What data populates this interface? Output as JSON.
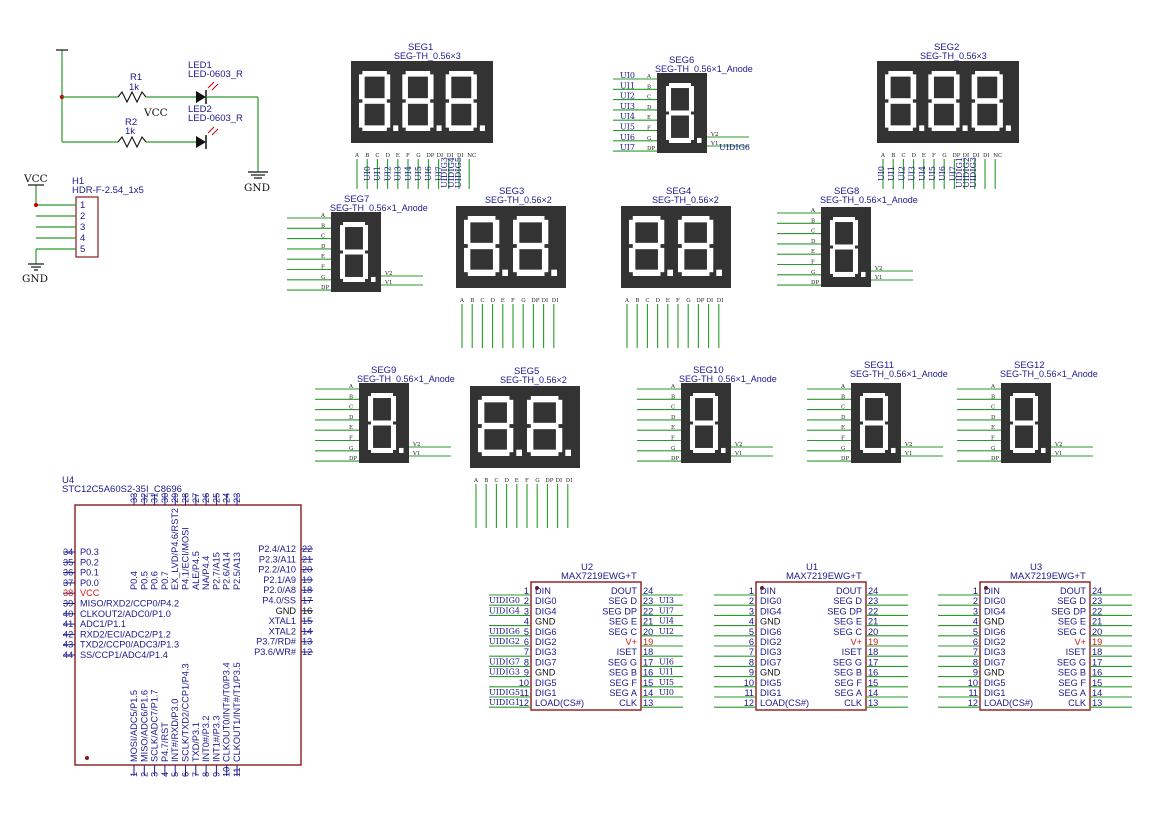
{
  "colors": {
    "wire": "#2a9a2a",
    "text": "#1a1a8c",
    "body": "#8b1a1a",
    "display": "#333333",
    "segment": "#ffffff",
    "power": "#d41a1a"
  },
  "icons": [
    "resistor-icon",
    "led-icon",
    "ground-icon",
    "vcc-icon",
    "seven-segment-icon"
  ],
  "power": {
    "vcc": "VCC",
    "gnd": "GND"
  },
  "resistors": [
    {
      "ref": "R1",
      "value": "1k"
    },
    {
      "ref": "R2",
      "value": "1k"
    }
  ],
  "leds": [
    {
      "ref": "LED1",
      "value": "LED-0603_R"
    },
    {
      "ref": "LED2",
      "value": "LED-0603_R"
    }
  ],
  "header": {
    "ref": "H1",
    "value": "HDR-F-2.54_1x5",
    "pins": [
      "1",
      "2",
      "3",
      "4",
      "5"
    ]
  },
  "displays": {
    "seg1": {
      "ref": "SEG1",
      "value": "SEG-TH_0.56×3"
    },
    "seg2": {
      "ref": "SEG2",
      "value": "SEG-TH_0.56×3"
    },
    "seg3": {
      "ref": "SEG3",
      "value": "SEG-TH_0.56×2"
    },
    "seg4": {
      "ref": "SEG4",
      "value": "SEG-TH_0.56×2"
    },
    "seg5": {
      "ref": "SEG5",
      "value": "SEG-TH_0.56×2"
    },
    "seg6": {
      "ref": "SEG6",
      "value": "SEG-TH_0.56×1_Anode"
    },
    "seg7": {
      "ref": "SEG7",
      "value": "SEG-TH_0.56×1_Anode"
    },
    "seg8": {
      "ref": "SEG8",
      "value": "SEG-TH_0.56×1_Anode"
    },
    "seg9": {
      "ref": "SEG9",
      "value": "SEG-TH_0.56×1_Anode"
    },
    "seg10": {
      "ref": "SEG10",
      "value": "SEG-TH_0.56×1_Anode"
    },
    "seg11": {
      "ref": "SEG11",
      "value": "SEG-TH_0.56×1_Anode"
    },
    "seg12": {
      "ref": "SEG12",
      "value": "SEG-TH_0.56×1_Anode"
    }
  },
  "seg_pins": {
    "single": [
      "A",
      "B",
      "C",
      "D",
      "E",
      "F",
      "G",
      "DP"
    ],
    "single_right": [
      "V2",
      "V1"
    ],
    "triple": [
      "A",
      "B",
      "C",
      "D",
      "E",
      "F",
      "G",
      "DP",
      "DI",
      "DI",
      "DI",
      "NC"
    ],
    "double": [
      "A",
      "B",
      "C",
      "D",
      "E",
      "F",
      "G",
      "DP",
      "DI",
      "DI"
    ]
  },
  "net_labels": {
    "ui": [
      "UI0",
      "UI1",
      "UI2",
      "UI3",
      "UI4",
      "UI5",
      "UI6",
      "UI7"
    ],
    "seg1_digits": [
      "UIDIG3",
      "UIDIG4",
      "UIDIG5"
    ],
    "seg2_digits": [
      "UIDIG1",
      "UIDIG2",
      "UIDIG3"
    ],
    "seg6_digit": "UIDIG6"
  },
  "mcu": {
    "ref": "U4",
    "value": "STC12C5A60S2-35I_C8696",
    "top_pins": [
      {
        "num": "33",
        "name": "P0.4"
      },
      {
        "num": "32",
        "name": "P0.5"
      },
      {
        "num": "31",
        "name": "P0.6"
      },
      {
        "num": "30",
        "name": "P0.7"
      },
      {
        "num": "29",
        "name": "EX_LVD/P4.6/RST2"
      },
      {
        "num": "28",
        "name": "P4.1/ECI/MOSI"
      },
      {
        "num": "27",
        "name": "ALE/P4.5"
      },
      {
        "num": "26",
        "name": "NA/P4.4"
      },
      {
        "num": "25",
        "name": "P2.7/A15"
      },
      {
        "num": "24",
        "name": "P2.6/A14"
      },
      {
        "num": "23",
        "name": "P2.5/A13"
      }
    ],
    "left_pins": [
      {
        "num": "34",
        "name": "P0.3"
      },
      {
        "num": "35",
        "name": "P0.2"
      },
      {
        "num": "36",
        "name": "P0.1"
      },
      {
        "num": "37",
        "name": "P0.0"
      },
      {
        "num": "38",
        "name": "VCC"
      },
      {
        "num": "39",
        "name": "MISO/RXD2/CCP0/P4.2"
      },
      {
        "num": "40",
        "name": "CLKOUT2/ADC0/P1.0"
      },
      {
        "num": "41",
        "name": "ADC1/P1.1"
      },
      {
        "num": "42",
        "name": "RXD2/ECI/ADC2/P1.2"
      },
      {
        "num": "43",
        "name": "TXD2/CCP0/ADC3/P1.3"
      },
      {
        "num": "44",
        "name": "SS/CCP1/ADC4/P1.4"
      }
    ],
    "right_pins": [
      {
        "num": "22",
        "name": "P2.4/A12"
      },
      {
        "num": "21",
        "name": "P2.3/A11"
      },
      {
        "num": "20",
        "name": "P2.2/A10"
      },
      {
        "num": "19",
        "name": "P2.1/A9"
      },
      {
        "num": "18",
        "name": "P2.0/A8"
      },
      {
        "num": "17",
        "name": "P4.0/SS"
      },
      {
        "num": "16",
        "name": "GND"
      },
      {
        "num": "15",
        "name": "XTAL1"
      },
      {
        "num": "14",
        "name": "XTAL2"
      },
      {
        "num": "13",
        "name": "P3.7/RD#"
      },
      {
        "num": "12",
        "name": "P3.6/WR#"
      }
    ],
    "bottom_pins": [
      {
        "num": "1",
        "name": "MOSI/ADC5/P1.5"
      },
      {
        "num": "2",
        "name": "MISO/ADC6/P1.6"
      },
      {
        "num": "3",
        "name": "SCLK/ADC7/P1.7"
      },
      {
        "num": "4",
        "name": "P4.7/RST"
      },
      {
        "num": "5",
        "name": "INT#/RXD/P3.0"
      },
      {
        "num": "6",
        "name": "SCLK/TXD2/CCP1/P4.3"
      },
      {
        "num": "7",
        "name": "TXD/P3.1"
      },
      {
        "num": "8",
        "name": "INT0#/P3.2"
      },
      {
        "num": "9",
        "name": "INT1#/P3.3"
      },
      {
        "num": "10",
        "name": "CLKOUT0/INT#/T0/P3.4"
      },
      {
        "num": "11",
        "name": "CLKOUT1/INT#/T1/P3.5"
      }
    ]
  },
  "drivers": [
    {
      "ref": "U2",
      "value": "MAX7219EWG+T",
      "left_nets": [
        "",
        "UIDIG0",
        "UIDIG4",
        "",
        "UIDIG6",
        "UIDIG2",
        "",
        "UIDIG7",
        "UIDIG3",
        "",
        "UIDIG5",
        "UIDIG1",
        ""
      ],
      "right_nets": [
        "",
        "UI3",
        "UI7",
        "UI4",
        "UI2",
        "",
        "",
        "UI6",
        "UI1",
        "UI5",
        "UI0",
        ""
      ]
    },
    {
      "ref": "U1",
      "value": "MAX7219EWG+T",
      "left_nets": [],
      "right_nets": []
    },
    {
      "ref": "U3",
      "value": "MAX7219EWG+T",
      "left_nets": [],
      "right_nets": []
    }
  ],
  "driver_pins": {
    "left": [
      {
        "num": "1",
        "name": "DIN"
      },
      {
        "num": "2",
        "name": "DIG0"
      },
      {
        "num": "3",
        "name": "DIG4"
      },
      {
        "num": "4",
        "name": "GND"
      },
      {
        "num": "5",
        "name": "DIG6"
      },
      {
        "num": "6",
        "name": "DIG2"
      },
      {
        "num": "7",
        "name": "DIG3"
      },
      {
        "num": "8",
        "name": "DIG7"
      },
      {
        "num": "9",
        "name": "GND"
      },
      {
        "num": "10",
        "name": "DIG5"
      },
      {
        "num": "11",
        "name": "DIG1"
      },
      {
        "num": "12",
        "name": "LOAD(CS#)"
      }
    ],
    "right": [
      {
        "num": "24",
        "name": "DOUT"
      },
      {
        "num": "23",
        "name": "SEG D"
      },
      {
        "num": "22",
        "name": "SEG DP"
      },
      {
        "num": "21",
        "name": "SEG E"
      },
      {
        "num": "20",
        "name": "SEG C"
      },
      {
        "num": "19",
        "name": "V+"
      },
      {
        "num": "18",
        "name": "ISET"
      },
      {
        "num": "17",
        "name": "SEG G"
      },
      {
        "num": "16",
        "name": "SEG B"
      },
      {
        "num": "15",
        "name": "SEG F"
      },
      {
        "num": "14",
        "name": "SEG A"
      },
      {
        "num": "13",
        "name": "CLK"
      }
    ]
  }
}
